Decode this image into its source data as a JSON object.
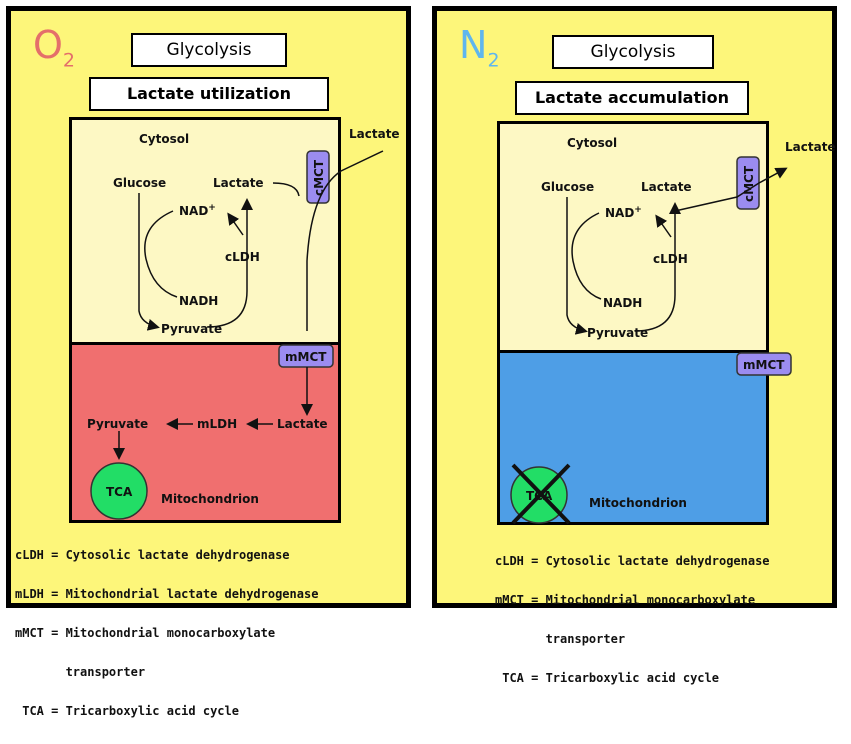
{
  "left": {
    "gas_main": "O",
    "gas_sub": "2",
    "title": "Glycolysis",
    "subtitle": "Lactate utilization",
    "labels": {
      "cytosol": "Cytosol",
      "lactate_out": "Lactate",
      "cmct": "cMCT",
      "glucose": "Glucose",
      "lactate": "Lactate",
      "nad": "NAD",
      "nad_sup": "+",
      "cldh": "cLDH",
      "nadh": "NADH",
      "pyruvate": "Pyruvate",
      "mmct": "mMCT",
      "pyruvate_mito": "Pyruvate",
      "mldh": "mLDH",
      "lactate_mito": "Lactate",
      "tca": "TCA",
      "mitochondrion": "Mitochondrion"
    },
    "legend": [
      "cLDH = Cytosolic lactate dehydrogenase",
      "mLDH = Mitochondrial lactate dehydrogenase",
      "mMCT = Mitochondrial monocarboxylate",
      "       transporter",
      " TCA = Tricarboxylic acid cycle"
    ]
  },
  "right": {
    "gas_main": "N",
    "gas_sub": "2",
    "title": "Glycolysis",
    "subtitle": "Lactate accumulation",
    "labels": {
      "cytosol": "Cytosol",
      "lactate_out": "Lactate",
      "cmct": "cMCT",
      "glucose": "Glucose",
      "lactate": "Lactate",
      "nad": "NAD",
      "nad_sup": "+",
      "cldh": "cLDH",
      "nadh": "NADH",
      "pyruvate": "Pyruvate",
      "mmct": "mMCT",
      "tca": "TCA",
      "mitochondrion": "Mitochondrion"
    },
    "legend": [
      "cLDH = Cytosolic lactate dehydrogenase",
      "mMCT = Mitochondrial monocarboxylate",
      "       transporter",
      " TCA = Tricarboxylic acid cycle"
    ]
  },
  "colors": {
    "panel_bg": "#fdf67a",
    "cytosol": "#fdf8c4",
    "mitochondrion_aerobic": "#f06f6f",
    "mitochondrion_anaerobic": "#4e9ee6",
    "transporter": "#9b8cf0",
    "tca": "#22dd66",
    "o2_label": "#e46f6a",
    "n2_label": "#5fb6ee"
  }
}
